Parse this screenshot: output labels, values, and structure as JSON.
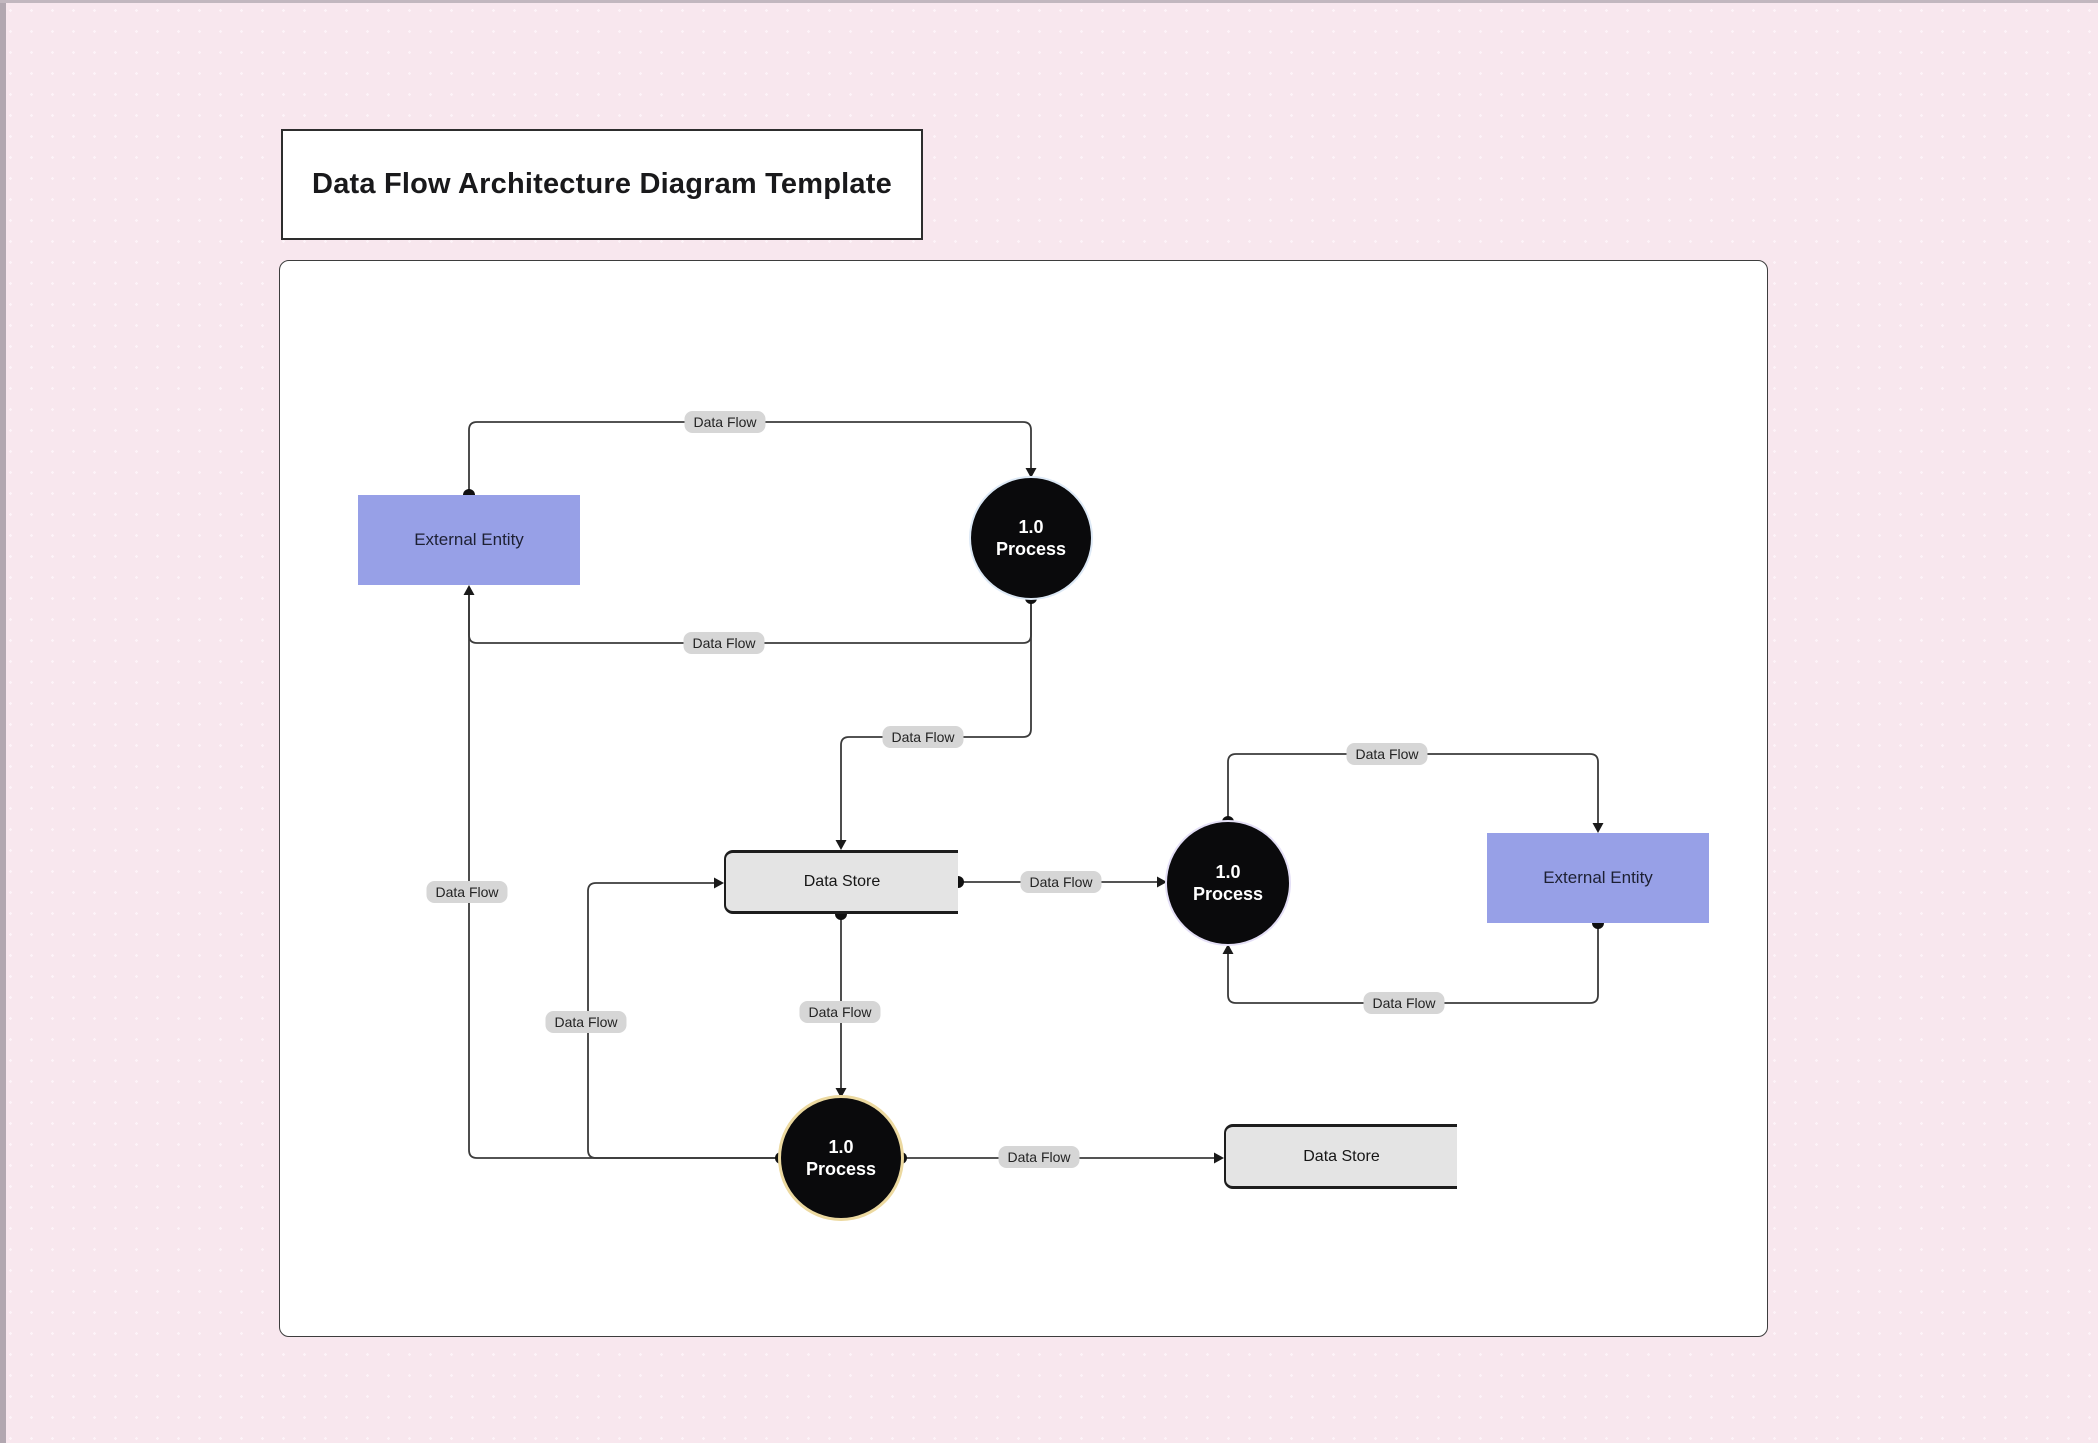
{
  "title": {
    "text": "Data Flow Architecture Diagram Template"
  },
  "nodes": {
    "external_entity_top": {
      "label": "External Entity"
    },
    "process_top": {
      "number": "1.0",
      "label": "Process"
    },
    "data_store_mid": {
      "label": "Data Store"
    },
    "process_mid": {
      "number": "1.0",
      "label": "Process"
    },
    "external_entity_right": {
      "label": "External Entity"
    },
    "process_bottom": {
      "number": "1.0",
      "label": "Process"
    },
    "data_store_bottom": {
      "label": "Data Store"
    }
  },
  "edges": [
    {
      "label": "Data Flow",
      "from": "external-entity-top",
      "to": "process-top"
    },
    {
      "label": "Data Flow",
      "from": "process-top",
      "to": "external-entity-top"
    },
    {
      "label": "Data Flow",
      "from": "process-top",
      "to": "data-store-mid"
    },
    {
      "label": "Data Flow",
      "from": "data-store-mid",
      "to": "process-mid"
    },
    {
      "label": "Data Flow",
      "from": "process-mid",
      "to": "external-entity-right"
    },
    {
      "label": "Data Flow",
      "from": "external-entity-right",
      "to": "process-mid"
    },
    {
      "label": "Data Flow",
      "from": "data-store-mid",
      "to": "process-bottom"
    },
    {
      "label": "Data Flow",
      "from": "process-bottom",
      "to": "external-entity-top"
    },
    {
      "label": "Data Flow",
      "from": "process-bottom",
      "to": "data-store-mid"
    },
    {
      "label": "Data Flow",
      "from": "process-bottom",
      "to": "data-store-bottom"
    }
  ],
  "colors": {
    "page_background": "#f8e7ee",
    "page_dot": "#fdf3f8",
    "canvas_background": "#ffffff",
    "entity_fill": "#97a0e7",
    "process_fill": "#0a0a0c",
    "data_store_fill": "#e4e4e4",
    "edge_stroke": "#3b3b3b",
    "label_pill": "#d6d6d6",
    "selection_ring": "#ecd9a0"
  }
}
